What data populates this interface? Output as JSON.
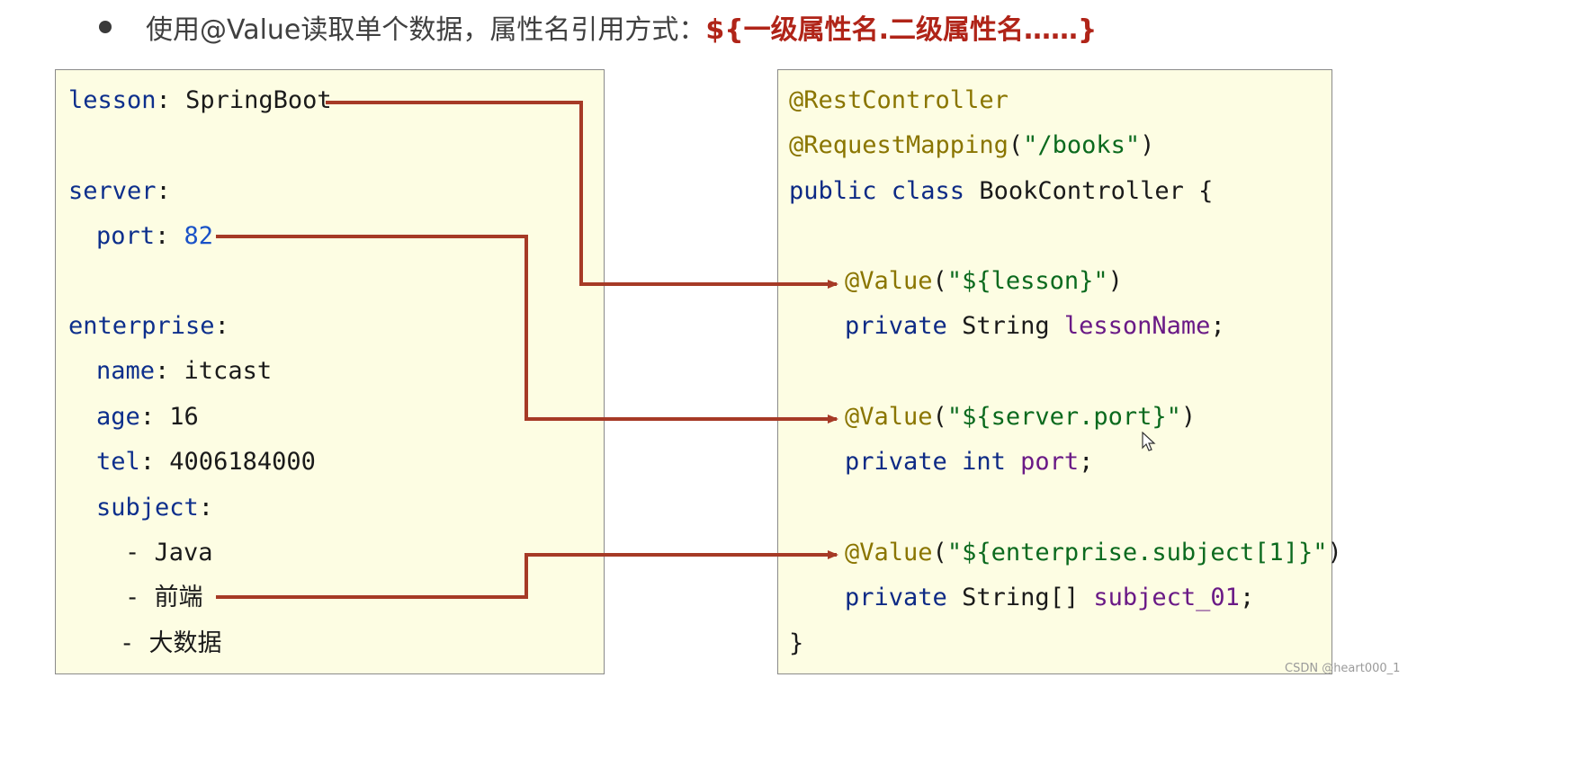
{
  "heading": {
    "text": "使用@Value读取单个数据，属性名引用方式：",
    "syntax": "${一级属性名.二级属性名……}"
  },
  "yaml": {
    "lesson_key": "lesson",
    "lesson_value": "SpringBoot",
    "server_key": "server",
    "port_key": "port",
    "port_value": "82",
    "enterprise_key": "enterprise",
    "name_key": "name",
    "name_value": "itcast",
    "age_key": "age",
    "age_value": "16",
    "tel_key": "tel",
    "tel_value": "4006184000",
    "subject_key": "subject",
    "subject_items": [
      "- Java",
      "- 前端",
      "- 大数据"
    ]
  },
  "java": {
    "rest_controller": "@RestController",
    "request_mapping": "@RequestMapping",
    "mapping_path": "\"/books\"",
    "class_decl_kw": "public class",
    "class_name": "BookController {",
    "value_annotation": "@Value",
    "value1_arg": "\"${lesson}\"",
    "private_kw": "private",
    "type_string": "String",
    "field1": "lessonName",
    "value2_arg": "\"${server.port}\"",
    "type_int": "int",
    "field2": "port",
    "value3_arg": "\"${enterprise.subject[1]}\"",
    "type_string_array": "String[]",
    "field3": "subject_01",
    "closing_brace": "}"
  },
  "colors": {
    "arrow": "#a63a26",
    "panel_bg": "#fdfde3",
    "heading_syntax": "#b02418"
  },
  "watermark": "CSDN @heart000_1"
}
